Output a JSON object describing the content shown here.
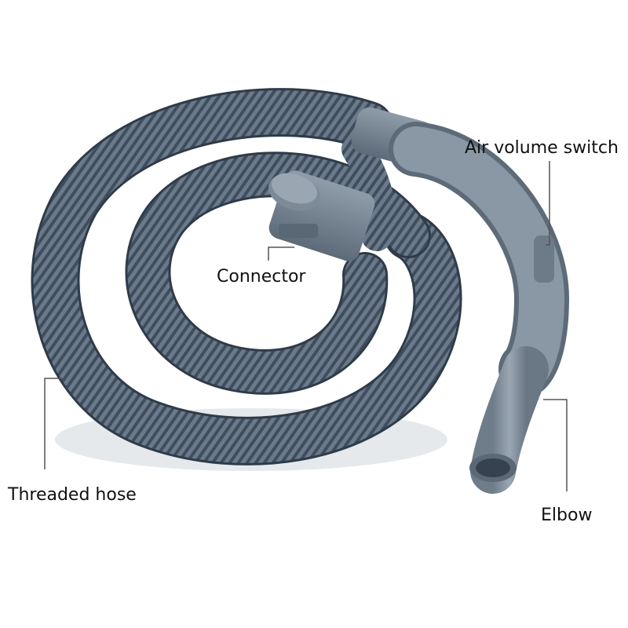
{
  "labels": {
    "air_volume_switch": "Air volume switch",
    "connector": "Connector",
    "threaded_hose": "Threaded hose",
    "elbow": "Elbow"
  },
  "colors": {
    "background": "#ffffff",
    "hose_dark": "#3e4c5c",
    "hose_mid": "#6f7f90",
    "hose_light": "#9aa9b7",
    "plastic": "#8c99a6",
    "leader_line": "#555555",
    "text": "#111111"
  }
}
